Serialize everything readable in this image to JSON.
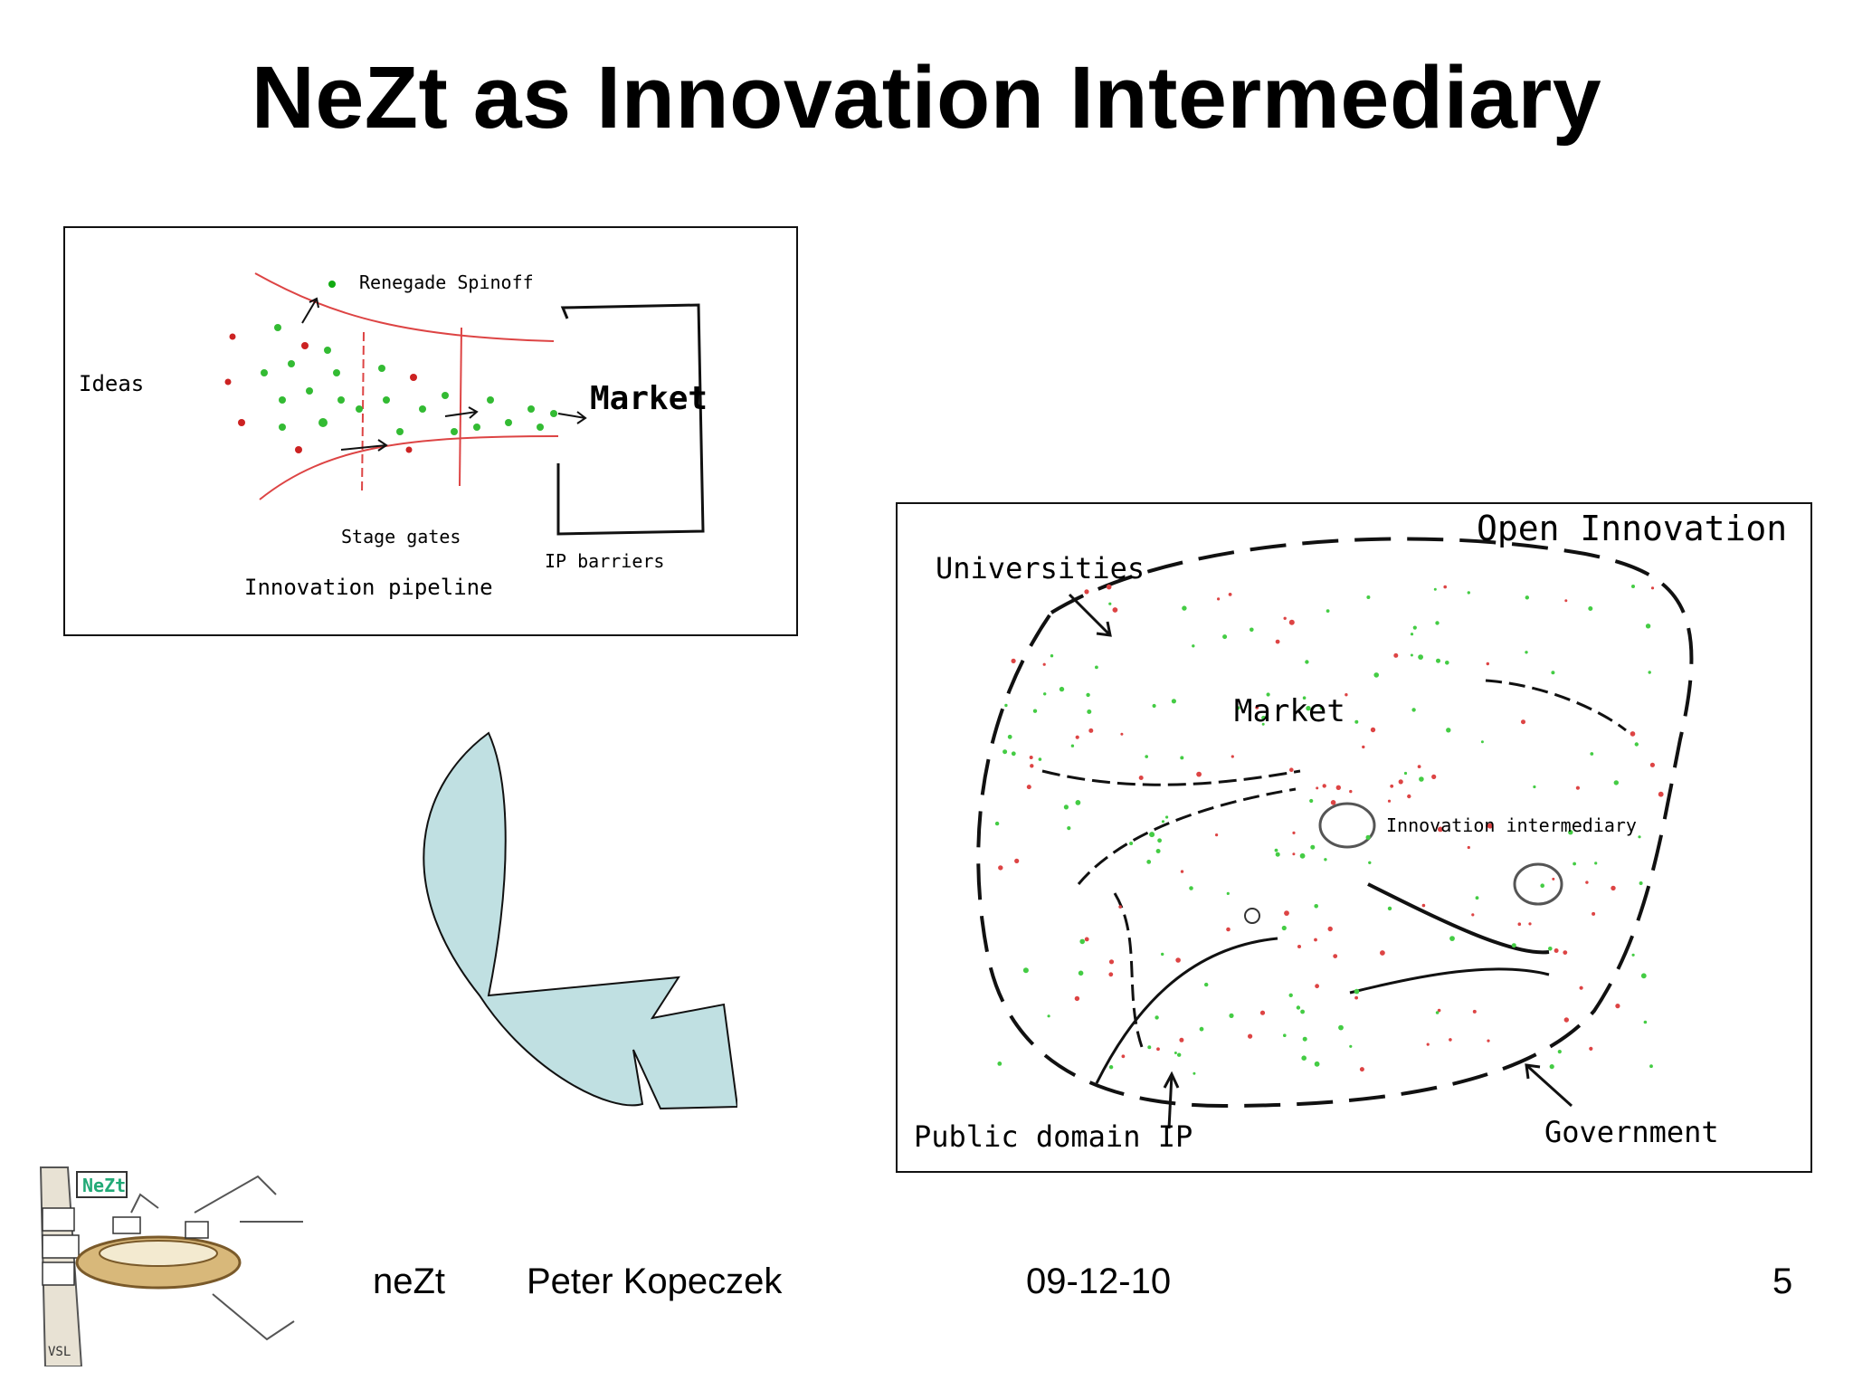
{
  "slide": {
    "title": "NeZt as Innovation Intermediary"
  },
  "pipeline_figure": {
    "labels": {
      "ideas": "Ideas",
      "renegade": "Renegade Spinoff",
      "market": "Market",
      "stage_gates": "Stage gates",
      "ip_barriers": "IP barriers",
      "pipeline": "Innovation pipeline"
    }
  },
  "open_innovation_figure": {
    "labels": {
      "title": "Open Innovation",
      "universities": "Universities",
      "market": "Market",
      "intermediary": "Innovation intermediary",
      "public_ip": "Public domain IP",
      "government": "Government"
    }
  },
  "arrow": {
    "fill_color": "#c0e0e2"
  },
  "logo_art": {
    "sign_text": "NeZt",
    "signature": "VSL"
  },
  "footer": {
    "org": "neZt",
    "author": "Peter Kopeczek",
    "date": "09-12-10",
    "page": "5"
  }
}
